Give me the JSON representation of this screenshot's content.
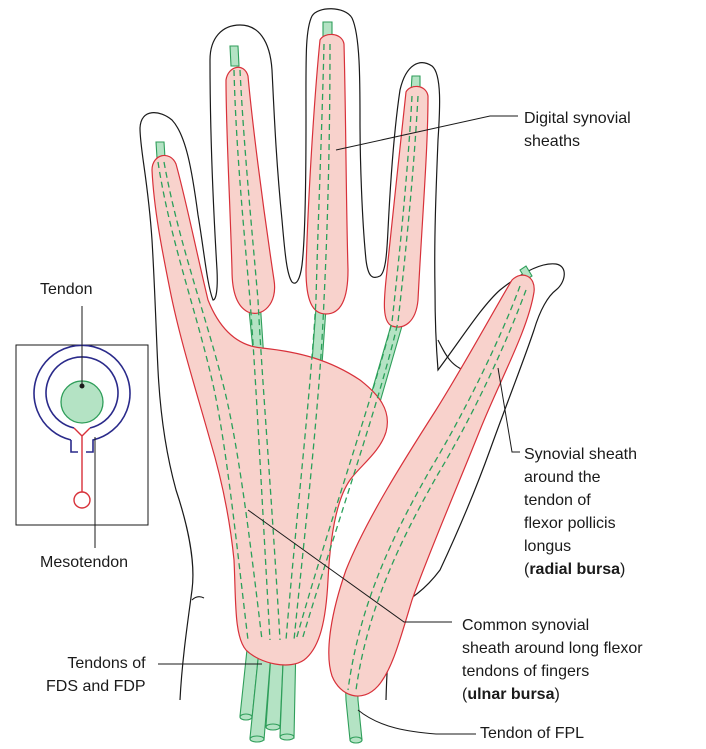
{
  "labels": {
    "tendon": "Tendon",
    "mesotendon": "Mesotendon",
    "digital_sheaths": [
      "Digital synovial",
      "sheaths"
    ],
    "radial": {
      "lines": [
        "Synovial sheath",
        "around the",
        "tendon of",
        "flexor pollicis",
        "longus"
      ],
      "open": "(",
      "bold": "radial bursa",
      "close": ")"
    },
    "ulnar": {
      "lines": [
        "Common synovial",
        "sheath around long flexor",
        "tendons of fingers"
      ],
      "open": "(",
      "bold": "ulnar bursa",
      "close": ")"
    },
    "fds_fdp": [
      "Tendons of",
      "FDS and FDP"
    ],
    "fpl": "Tendon of FPL"
  },
  "colors": {
    "outline": "#1a1a1a",
    "sheath_fill": "#f8d2cc",
    "sheath_stroke": "#d8313a",
    "tendon_fill": "#b4e3c4",
    "tendon_stroke": "#2f9e5a",
    "dash": "#2aa05a",
    "inset_ring": "#2a2a8a",
    "mesotendon": "#d8313a"
  }
}
